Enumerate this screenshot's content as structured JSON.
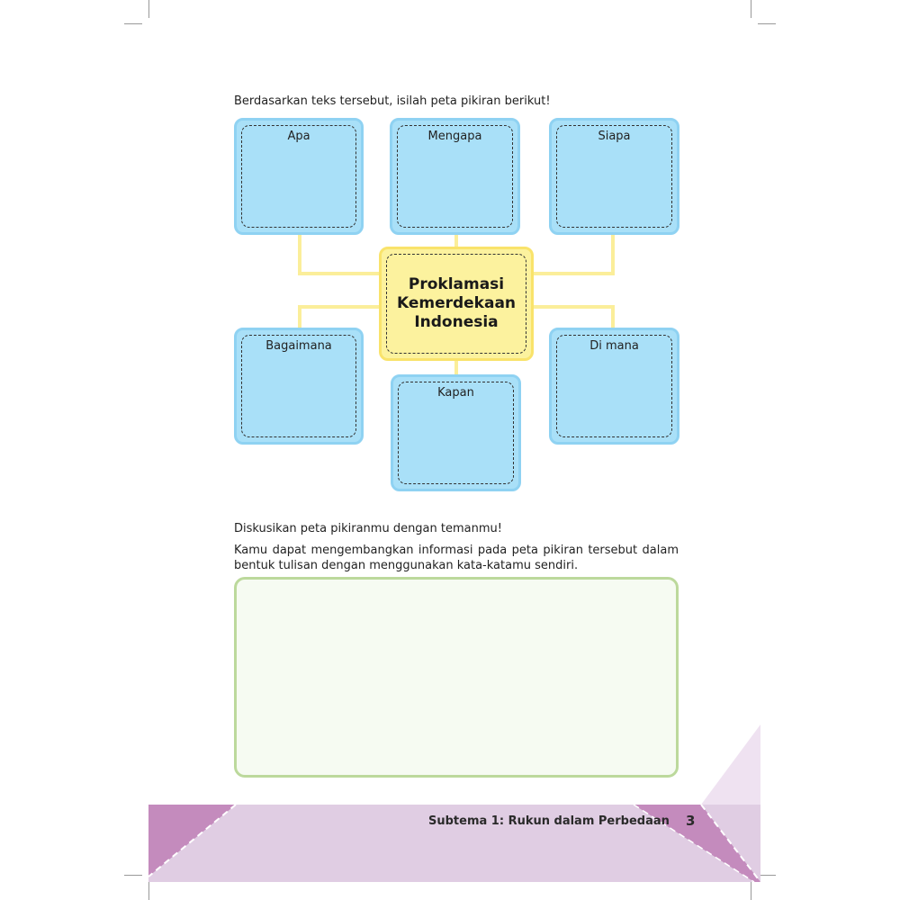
{
  "instructions": {
    "fill_mind_map": "Berdasarkan teks tersebut, isilah peta pikiran berikut!",
    "discuss": "Diskusikan peta pikiranmu dengan temanmu!",
    "develop": "Kamu dapat mengembangkan informasi pada peta pikiran tersebut dalam bentuk tulisan dengan menggunakan kata-katamu sendiri."
  },
  "mind_map": {
    "center_label": "Proklamasi Kemerdekaan Indonesia",
    "nodes": {
      "apa": "Apa",
      "mengapa": "Mengapa",
      "siapa": "Siapa",
      "bagaimana": "Bagaimana",
      "kapan": "Kapan",
      "di_mana": "Di mana"
    }
  },
  "footer": {
    "subtheme": "Subtema 1: Rukun dalam Perbedaan",
    "page_number": "3"
  },
  "colors": {
    "node_fill": "#a9e0f8",
    "center_fill": "#fcf29e",
    "connector": "#fbee9a",
    "writing_box_border": "#bcd99c",
    "footer_band": "#e0cde3",
    "footer_accent": "#c48bbd"
  }
}
